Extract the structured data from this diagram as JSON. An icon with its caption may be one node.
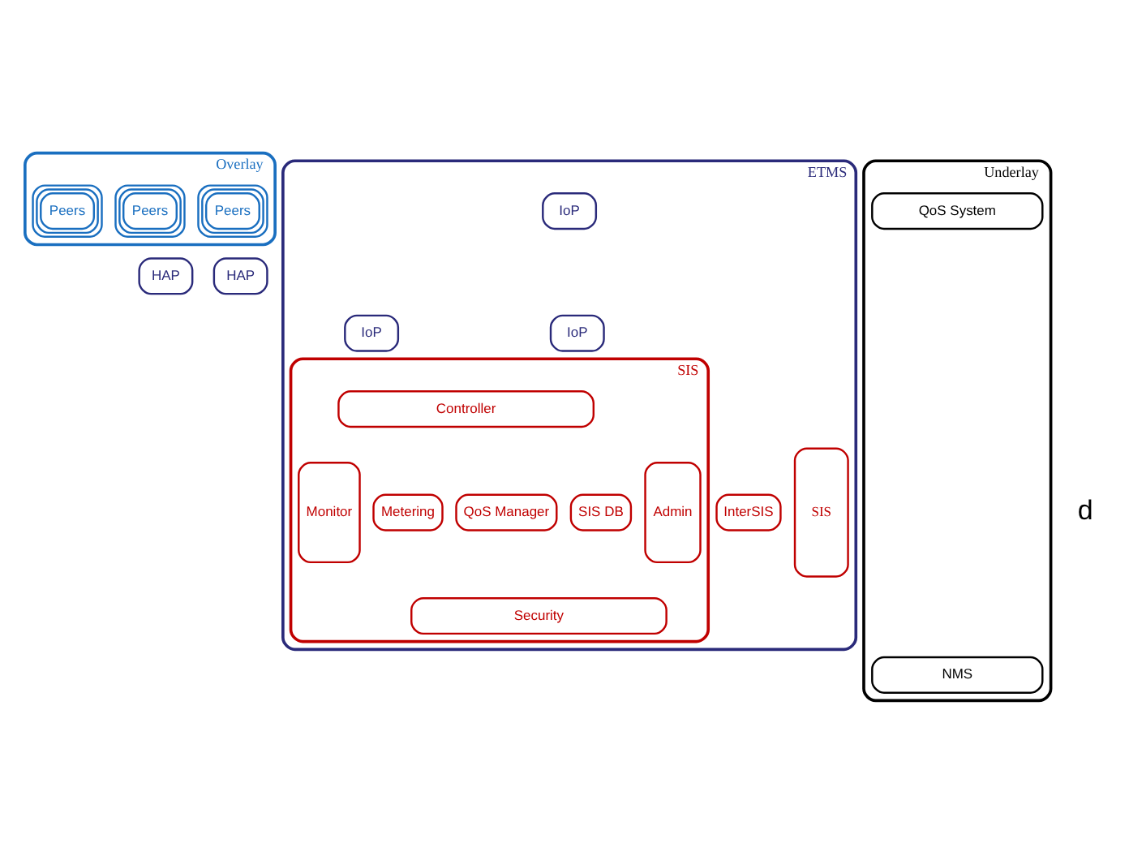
{
  "diagram": {
    "nodes": [
      {
        "text": [
          "Overlay"
        ]
      },
      {
        "text": [
          "Peers"
        ],
        "in": 0
      },
      {
        "text": [
          "Peers"
        ],
        "in": 0
      },
      {
        "text": [
          "Peers"
        ],
        "in": 0
      },
      {
        "text": [
          "HAP"
        ]
      },
      {
        "text": [
          "HAP"
        ]
      },
      {
        "text": [
          "ETMS"
        ]
      },
      {
        "text": [
          "IoP"
        ],
        "in": 6
      },
      {
        "text": [
          "IoP"
        ],
        "in": 6
      },
      {
        "text": [
          "IoP"
        ],
        "in": 6
      },
      {
        "text": [
          "SIS"
        ],
        "in": 6
      },
      {
        "text": [
          "Admin"
        ],
        "in": 10
      },
      {
        "text": [
          "Controller"
        ],
        "in": 10
      },
      {
        "text": [
          "Metering"
        ],
        "in": 10
      },
      {
        "text": [
          "QoS Manager"
        ],
        "in": 10
      },
      {
        "text": [
          "SIS DB"
        ],
        "in": 10
      },
      {
        "text": [
          "Security"
        ],
        "in": 10
      },
      {
        "text": [
          "Monitor"
        ],
        "in": 10
      },
      {
        "text": [
          "InterSIS"
        ],
        "in": 6
      },
      {
        "text": [
          "SIS"
        ],
        "in": 6
      },
      {
        "text": [
          "Underlay"
        ]
      },
      {
        "text": [
          "NMS"
        ],
        "in": 20
      },
      {
        "text": [
          "QoS System"
        ],
        "in": 20
      }
    ],
    "labels": [
      "d"
    ]
  }
}
